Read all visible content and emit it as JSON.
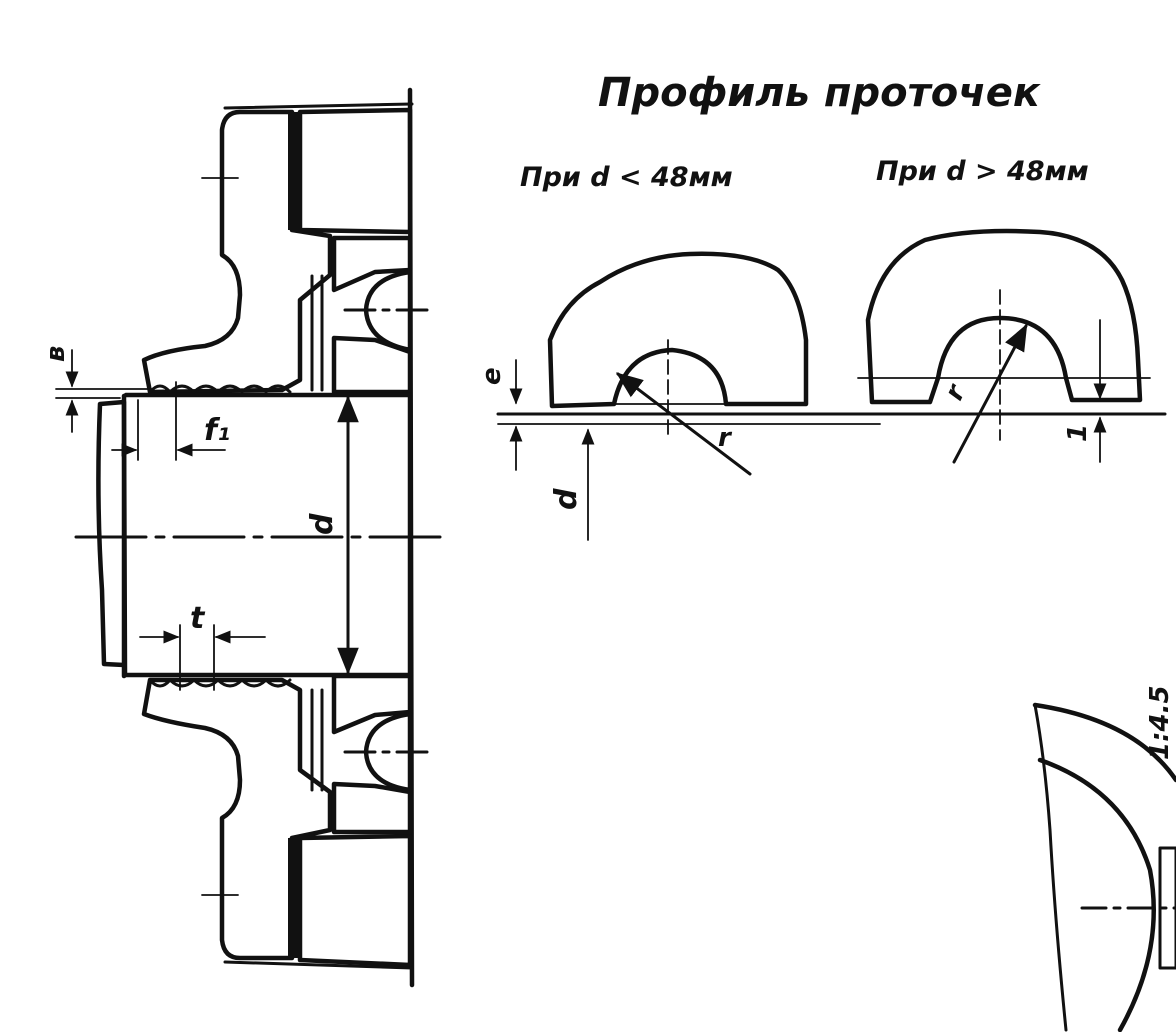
{
  "title": "Профиль проточек",
  "profiles": [
    {
      "caption": "При d < 48мм"
    },
    {
      "caption": "При d > 48мм"
    }
  ],
  "labels": {
    "b": "в",
    "f1": "f₁",
    "t": "t",
    "d_main": "d",
    "e": "e",
    "r_small": "r",
    "d_profile": "d",
    "r_large": "r",
    "one": "1",
    "corner_text": "1:4.5"
  },
  "colors": {
    "ink": "#111111",
    "paper": "#ffffff"
  }
}
